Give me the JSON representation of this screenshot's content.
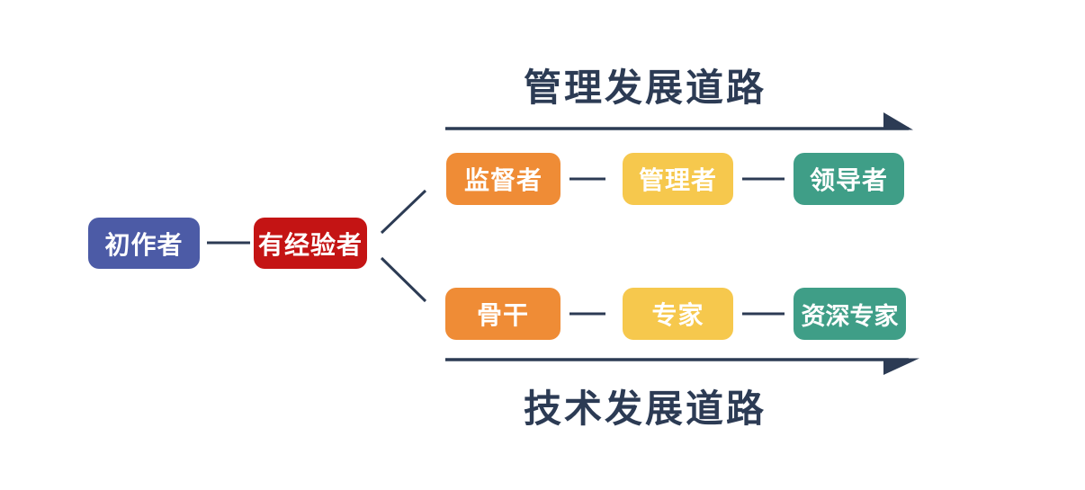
{
  "titles": {
    "management_path": "管理发展道路",
    "technical_path": "技术发展道路"
  },
  "nodes": {
    "beginner": {
      "label": "初作者",
      "color": "#4c5ba6"
    },
    "experienced": {
      "label": "有经验者",
      "color": "#c41414"
    },
    "supervisor": {
      "label": "监督者",
      "color": "#ef8c36"
    },
    "manager": {
      "label": "管理者",
      "color": "#f6c84d"
    },
    "leader": {
      "label": "领导者",
      "color": "#3f9e87"
    },
    "backbone": {
      "label": "骨干",
      "color": "#ef8c36"
    },
    "expert": {
      "label": "专家",
      "color": "#f6c84d"
    },
    "senior_expert": {
      "label": "资深专家",
      "color": "#3f9e87"
    }
  },
  "colors": {
    "line": "#2c3b54",
    "title_text": "#2c3b54",
    "node_text": "#ffffff",
    "background": "#ffffff"
  }
}
